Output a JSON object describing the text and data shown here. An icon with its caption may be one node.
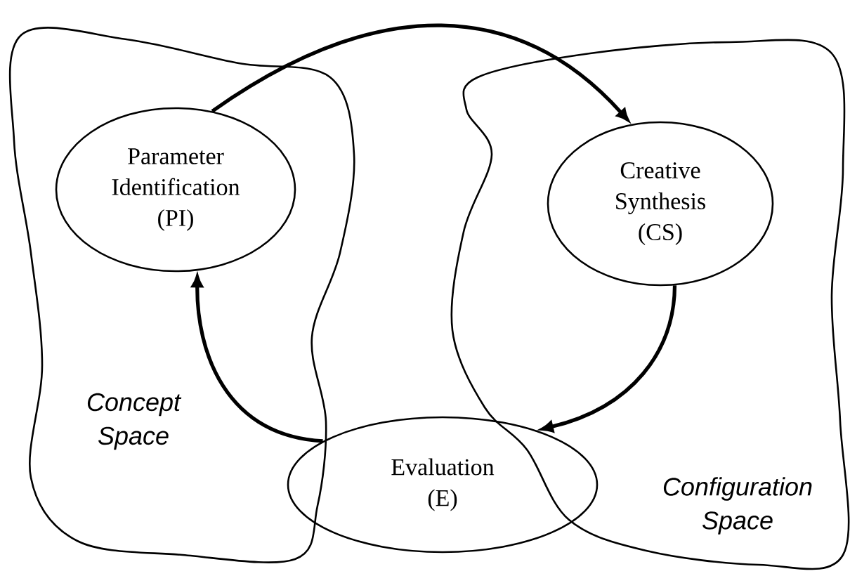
{
  "diagram": {
    "nodes": [
      {
        "text": [
          "Concept Space"
        ]
      },
      {
        "text": [
          "Parameter Identification (PI)"
        ],
        "in": 0
      },
      {
        "text": [
          "Configuration Space"
        ]
      },
      {
        "text": [
          "Creative Synthesis (CS)"
        ],
        "in": 2
      },
      {
        "text": [
          "Evaluation (E)"
        ]
      }
    ],
    "edges": [
      {
        "from": 1,
        "to": 3,
        "arrow": "to"
      },
      {
        "from": 3,
        "to": 4,
        "arrow": "to"
      },
      {
        "from": 4,
        "to": 1,
        "arrow": "to"
      }
    ]
  }
}
